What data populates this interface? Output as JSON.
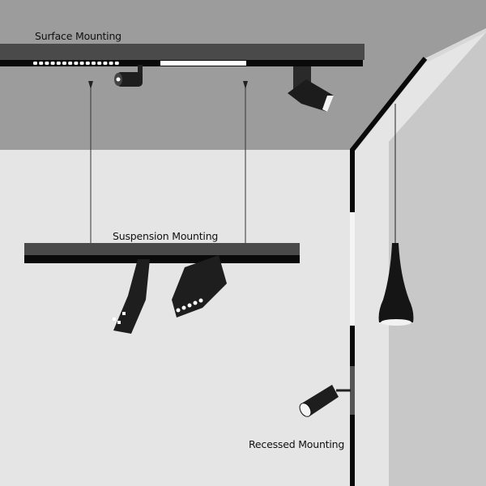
{
  "labels": {
    "surface": "Surface Mounting",
    "suspension": "Suspension Mounting",
    "recessed": "Recessed Mounting"
  },
  "colors": {
    "ceiling": "#9c9c9c",
    "back_wall": "#e5e5e5",
    "side_wall": "#c8c8c8",
    "track": "#0a0a0a",
    "track_top": "#4a4a4a"
  }
}
